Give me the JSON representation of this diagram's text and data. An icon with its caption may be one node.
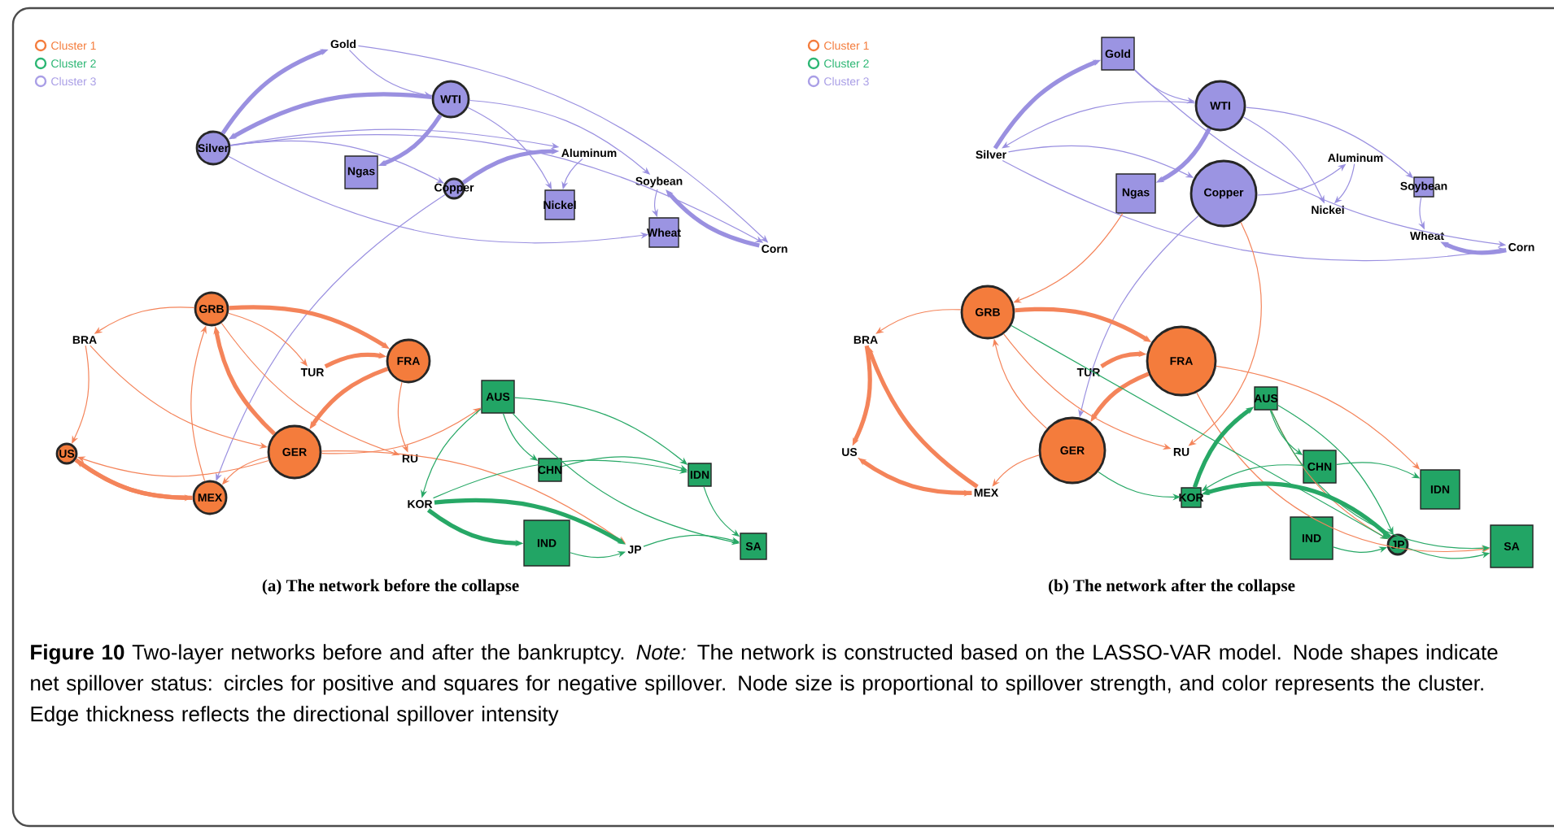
{
  "diagram": {
    "caption": "**Figure 10** Two-layer networks before and after the bankruptcy. *Note:* The network is constructed based on the LASSO-VAR model. Node shapes indicate net spillover status: circles for positive and squares for negative spillover. Node size is proportional to spillover strength, and color represents the cluster. Edge thickness reflects the directional spillover intensity",
    "nodes": [
      {
        "text": [
          "Gold"
        ]
      },
      {
        "text": [
          "WTI"
        ]
      },
      {
        "text": [
          "Silver"
        ]
      },
      {
        "text": [
          "Ngas"
        ]
      },
      {
        "text": [
          "Copper"
        ]
      },
      {
        "text": [
          "Aluminum"
        ]
      },
      {
        "text": [
          "Nickel"
        ]
      },
      {
        "text": [
          "Soybean"
        ]
      },
      {
        "text": [
          "Wheat"
        ]
      },
      {
        "text": [
          "Corn"
        ]
      },
      {
        "text": [
          "GRB"
        ]
      },
      {
        "text": [
          "BRA"
        ]
      },
      {
        "text": [
          "FRA"
        ]
      },
      {
        "text": [
          "TUR"
        ]
      },
      {
        "text": [
          "AUS"
        ]
      },
      {
        "text": [
          "US"
        ]
      },
      {
        "text": [
          "GER"
        ]
      },
      {
        "text": [
          "RU"
        ]
      },
      {
        "text": [
          "CHN"
        ]
      },
      {
        "text": [
          "IDN"
        ]
      },
      {
        "text": [
          "KOR"
        ]
      },
      {
        "text": [
          "MEX"
        ]
      },
      {
        "text": [
          "IND"
        ]
      },
      {
        "text": [
          "JP"
        ]
      },
      {
        "text": [
          "SA"
        ]
      },
      {
        "text": [
          "Gold"
        ]
      },
      {
        "text": [
          "WTI"
        ]
      },
      {
        "text": [
          "Silver"
        ]
      },
      {
        "text": [
          "Ngas"
        ]
      },
      {
        "text": [
          "Copper"
        ]
      },
      {
        "text": [
          "Aluminum"
        ]
      },
      {
        "text": [
          "Nickel"
        ]
      },
      {
        "text": [
          "Soybean"
        ]
      },
      {
        "text": [
          "Wheat"
        ]
      },
      {
        "text": [
          "Corn"
        ]
      },
      {
        "text": [
          "GRB"
        ]
      },
      {
        "text": [
          "BRA"
        ]
      },
      {
        "text": [
          "FRA"
        ]
      },
      {
        "text": [
          "TUR"
        ]
      },
      {
        "text": [
          "AUS"
        ]
      },
      {
        "text": [
          "US"
        ]
      },
      {
        "text": [
          "GER"
        ]
      },
      {
        "text": [
          "RU"
        ]
      },
      {
        "text": [
          "CHN"
        ]
      },
      {
        "text": [
          "IDN"
        ]
      },
      {
        "text": [
          "KOR"
        ]
      },
      {
        "text": [
          "MEX"
        ]
      },
      {
        "text": [
          "IND"
        ]
      },
      {
        "text": [
          "JP"
        ]
      },
      {
        "text": [
          "SA"
        ]
      }
    ],
    "edges": [
      {
        "from": 2,
        "to": 0,
        "arrow": "to",
        "style": "thick",
        "color": "#9a90e0"
      },
      {
        "from": 1,
        "to": 2,
        "arrow": "to",
        "style": "thick",
        "color": "#9a90e0"
      },
      {
        "from": 1,
        "to": 3,
        "arrow": "to",
        "style": "thick",
        "color": "#9a90e0"
      },
      {
        "from": 0,
        "to": 1,
        "arrow": "to",
        "color": "#9a90e0"
      },
      {
        "from": 2,
        "to": 4,
        "arrow": "to",
        "color": "#9a90e0"
      },
      {
        "from": 2,
        "to": 5,
        "arrow": "to",
        "color": "#9a90e0"
      },
      {
        "from": 4,
        "to": 5,
        "arrow": "to",
        "style": "thick",
        "color": "#9a90e0"
      },
      {
        "from": 5,
        "to": 6,
        "arrow": "to",
        "color": "#9a90e0"
      },
      {
        "from": 2,
        "to": 9,
        "arrow": "to",
        "color": "#9a90e0"
      },
      {
        "from": 0,
        "to": 9,
        "arrow": "to",
        "color": "#9a90e0"
      },
      {
        "from": 1,
        "to": 7,
        "arrow": "to",
        "color": "#9a90e0"
      },
      {
        "from": 7,
        "to": 8,
        "arrow": "to",
        "color": "#9a90e0"
      },
      {
        "from": 9,
        "to": 7,
        "arrow": "to",
        "style": "thick",
        "color": "#9a90e0"
      },
      {
        "from": 2,
        "to": 8,
        "arrow": "to",
        "color": "#9a90e0"
      },
      {
        "from": 1,
        "to": 6,
        "arrow": "to",
        "color": "#9a90e0"
      },
      {
        "from": 4,
        "to": 21,
        "arrow": "to",
        "color": "#9a90e0"
      },
      {
        "from": 10,
        "to": 12,
        "arrow": "to",
        "style": "thick"
      },
      {
        "from": 12,
        "to": 16,
        "arrow": "to",
        "style": "thick"
      },
      {
        "from": 16,
        "to": 10,
        "arrow": "to",
        "style": "thick"
      },
      {
        "from": 10,
        "to": 11,
        "arrow": "to"
      },
      {
        "from": 11,
        "to": 15,
        "arrow": "to"
      },
      {
        "from": 15,
        "to": 21,
        "arrow": "to",
        "style": "thick"
      },
      {
        "from": 21,
        "to": 15,
        "arrow": "to",
        "style": "thick"
      },
      {
        "from": 16,
        "to": 21,
        "arrow": "to"
      },
      {
        "from": 13,
        "to": 12,
        "arrow": "to",
        "style": "thick"
      },
      {
        "from": 10,
        "to": 17,
        "arrow": "to"
      },
      {
        "from": 16,
        "to": 15,
        "arrow": "to"
      },
      {
        "from": 11,
        "to": 16,
        "arrow": "to"
      },
      {
        "from": 21,
        "to": 10,
        "arrow": "to"
      },
      {
        "from": 12,
        "to": 17,
        "arrow": "to"
      },
      {
        "from": 10,
        "to": 13,
        "arrow": "to"
      },
      {
        "from": 16,
        "to": 14,
        "arrow": "to"
      },
      {
        "from": 16,
        "to": 23,
        "arrow": "to"
      },
      {
        "from": 14,
        "to": 18,
        "arrow": "to",
        "color": "#27a866"
      },
      {
        "from": 14,
        "to": 19,
        "arrow": "to",
        "color": "#27a866"
      },
      {
        "from": 20,
        "to": 22,
        "arrow": "to",
        "style": "thick",
        "color": "#27a866"
      },
      {
        "from": 20,
        "to": 23,
        "arrow": "to",
        "style": "thick",
        "color": "#27a866"
      },
      {
        "from": 22,
        "to": 23,
        "arrow": "to",
        "color": "#27a866"
      },
      {
        "from": 18,
        "to": 19,
        "arrow": "to",
        "color": "#27a866"
      },
      {
        "from": 19,
        "to": 24,
        "arrow": "to",
        "color": "#27a866"
      },
      {
        "from": 23,
        "to": 24,
        "arrow": "to",
        "color": "#27a866"
      },
      {
        "from": 14,
        "to": 20,
        "arrow": "to",
        "color": "#27a866"
      },
      {
        "from": 20,
        "to": 19,
        "arrow": "to",
        "color": "#27a866"
      },
      {
        "from": 14,
        "to": 24,
        "arrow": "to",
        "color": "#27a866"
      },
      {
        "from": 27,
        "to": 25,
        "arrow": "to",
        "style": "thick",
        "color": "#9a90e0"
      },
      {
        "from": 26,
        "to": 27,
        "arrow": "to",
        "color": "#9a90e0"
      },
      {
        "from": 26,
        "to": 28,
        "arrow": "to",
        "style": "thick",
        "color": "#9a90e0"
      },
      {
        "from": 25,
        "to": 26,
        "arrow": "to",
        "color": "#9a90e0"
      },
      {
        "from": 27,
        "to": 29,
        "arrow": "to",
        "color": "#9a90e0"
      },
      {
        "from": 29,
        "to": 30,
        "arrow": "to",
        "color": "#9a90e0"
      },
      {
        "from": 30,
        "to": 31,
        "arrow": "to",
        "color": "#9a90e0"
      },
      {
        "from": 27,
        "to": 34,
        "arrow": "to",
        "color": "#9a90e0"
      },
      {
        "from": 26,
        "to": 32,
        "arrow": "to",
        "color": "#9a90e0"
      },
      {
        "from": 32,
        "to": 33,
        "arrow": "to",
        "color": "#9a90e0"
      },
      {
        "from": 34,
        "to": 33,
        "arrow": "to",
        "style": "thick",
        "color": "#9a90e0"
      },
      {
        "from": 25,
        "to": 34,
        "arrow": "to",
        "color": "#9a90e0"
      },
      {
        "from": 26,
        "to": 31,
        "arrow": "to",
        "color": "#9a90e0"
      },
      {
        "from": 29,
        "to": 41,
        "arrow": "to",
        "color": "#9a90e0"
      },
      {
        "from": 28,
        "to": 35,
        "arrow": "to"
      },
      {
        "from": 29,
        "to": 42,
        "arrow": "to"
      },
      {
        "from": 35,
        "to": 37,
        "arrow": "to",
        "style": "thick"
      },
      {
        "from": 37,
        "to": 41,
        "arrow": "to",
        "style": "thick"
      },
      {
        "from": 41,
        "to": 35,
        "arrow": "to"
      },
      {
        "from": 35,
        "to": 36,
        "arrow": "to"
      },
      {
        "from": 36,
        "to": 40,
        "arrow": "to",
        "style": "thick"
      },
      {
        "from": 40,
        "to": 46,
        "arrow": "to"
      },
      {
        "from": 46,
        "to": 40,
        "arrow": "to",
        "style": "thick"
      },
      {
        "from": 41,
        "to": 46,
        "arrow": "to"
      },
      {
        "from": 38,
        "to": 37,
        "arrow": "to",
        "style": "thick"
      },
      {
        "from": 35,
        "to": 42,
        "arrow": "to"
      },
      {
        "from": 46,
        "to": 36,
        "arrow": "to",
        "style": "thick"
      },
      {
        "from": 37,
        "to": 44,
        "arrow": "to"
      },
      {
        "from": 37,
        "to": 49,
        "arrow": "to"
      },
      {
        "from": 39,
        "to": 48,
        "arrow": "to"
      },
      {
        "from": 35,
        "to": 48,
        "arrow": "to",
        "color": "#27a866"
      },
      {
        "from": 41,
        "to": 45,
        "arrow": "to",
        "color": "#27a866"
      },
      {
        "from": 45,
        "to": 39,
        "arrow": "to",
        "style": "thick",
        "color": "#27a866"
      },
      {
        "from": 39,
        "to": 43,
        "arrow": "to",
        "color": "#27a866"
      },
      {
        "from": 48,
        "to": 45,
        "arrow": "to",
        "style": "thick",
        "color": "#27a866"
      },
      {
        "from": 47,
        "to": 48,
        "arrow": "to",
        "color": "#27a866"
      },
      {
        "from": 43,
        "to": 44,
        "arrow": "to",
        "color": "#27a866"
      },
      {
        "from": 48,
        "to": 49,
        "arrow": "to",
        "color": "#27a866"
      },
      {
        "from": 39,
        "to": 49,
        "arrow": "to",
        "color": "#27a866"
      },
      {
        "from": 43,
        "to": 45,
        "arrow": "to",
        "color": "#27a866"
      },
      {
        "from": 39,
        "to": 48,
        "arrow": "to",
        "color": "#27a866"
      }
    ],
    "labels": [
      "(a) The network before the collapse",
      "(b) The network after the collapse"
    ],
    "legend": [
      {
        "text": "Cluster 1",
        "color": "#f47c3c"
      },
      {
        "text": "Cluster 2",
        "color": "#2bb673"
      },
      {
        "text": "Cluster 3",
        "color": "#a99ee6"
      },
      {
        "text": "Cluster 1",
        "color": "#f47c3c"
      },
      {
        "text": "Cluster 2",
        "color": "#2bb673"
      },
      {
        "text": "Cluster 3",
        "color": "#a99ee6"
      }
    ]
  }
}
